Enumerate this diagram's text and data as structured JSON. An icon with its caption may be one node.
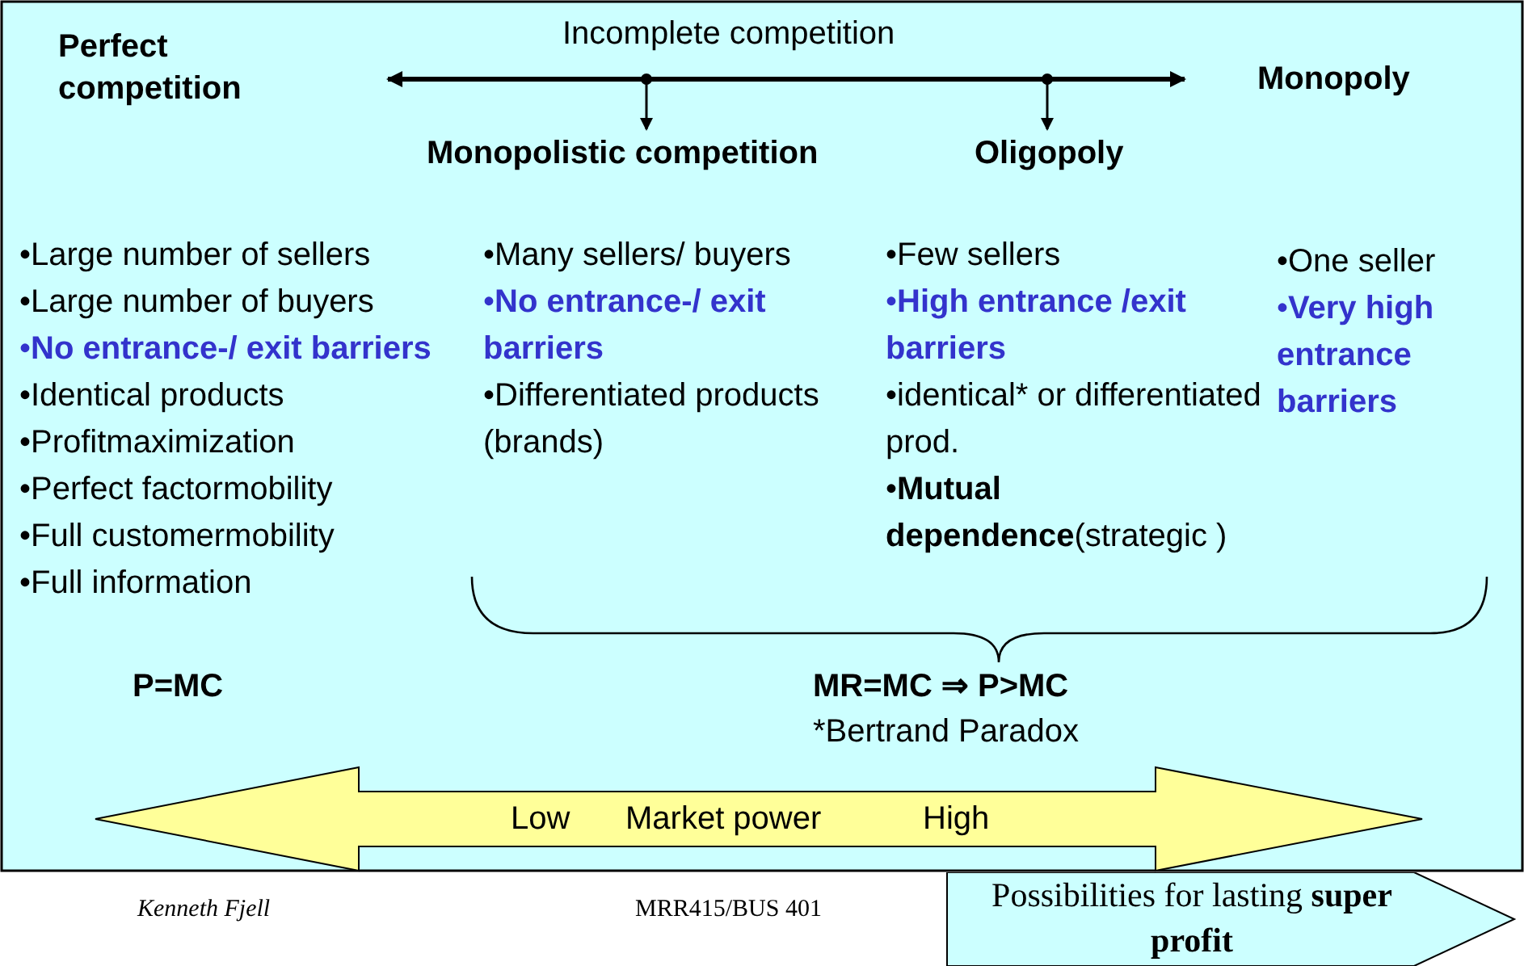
{
  "diagram": {
    "nodes": [
      {
        "text": [
          "Perfect competition"
        ]
      },
      {
        "text": [
          "Monopoly"
        ]
      },
      {
        "text": [
          "Monopolistic competition"
        ]
      },
      {
        "text": [
          "Oligopoly"
        ]
      },
      {
        "text": [
          "Low",
          "Market power",
          "High"
        ]
      },
      {
        "text": [
          "Possibilities for lasting **super profit**"
        ]
      }
    ],
    "edges": [
      {
        "from": null,
        "to": 2,
        "arrow": "to"
      },
      {
        "from": null,
        "to": 3,
        "arrow": "to"
      }
    ],
    "labels": [
      "Incomplete competition",
      "•Large number of sellers",
      "•Large number of buyers",
      "•**No entrance-/ exit barriers**",
      "•Identical products",
      "•Profitmaximization",
      "•Perfect factormobility",
      "•Full customermobility",
      "•Full information",
      "•Many sellers/ buyers",
      "•**No entrance-/ exit barriers**",
      "•Differentiated products (brands)",
      "•Few sellers",
      "•**High entrance /exit barriers**",
      "•identical* or differentiated prod.",
      "•**Mutual dependence**(strategic )",
      "•One seller",
      "•**Very high entrance barriers**",
      "P=MC",
      "MR=MC ⇒ P>MC",
      "*Bertrand Paradox",
      "Kenneth Fjell",
      "MRR415/BUS 401"
    ]
  }
}
